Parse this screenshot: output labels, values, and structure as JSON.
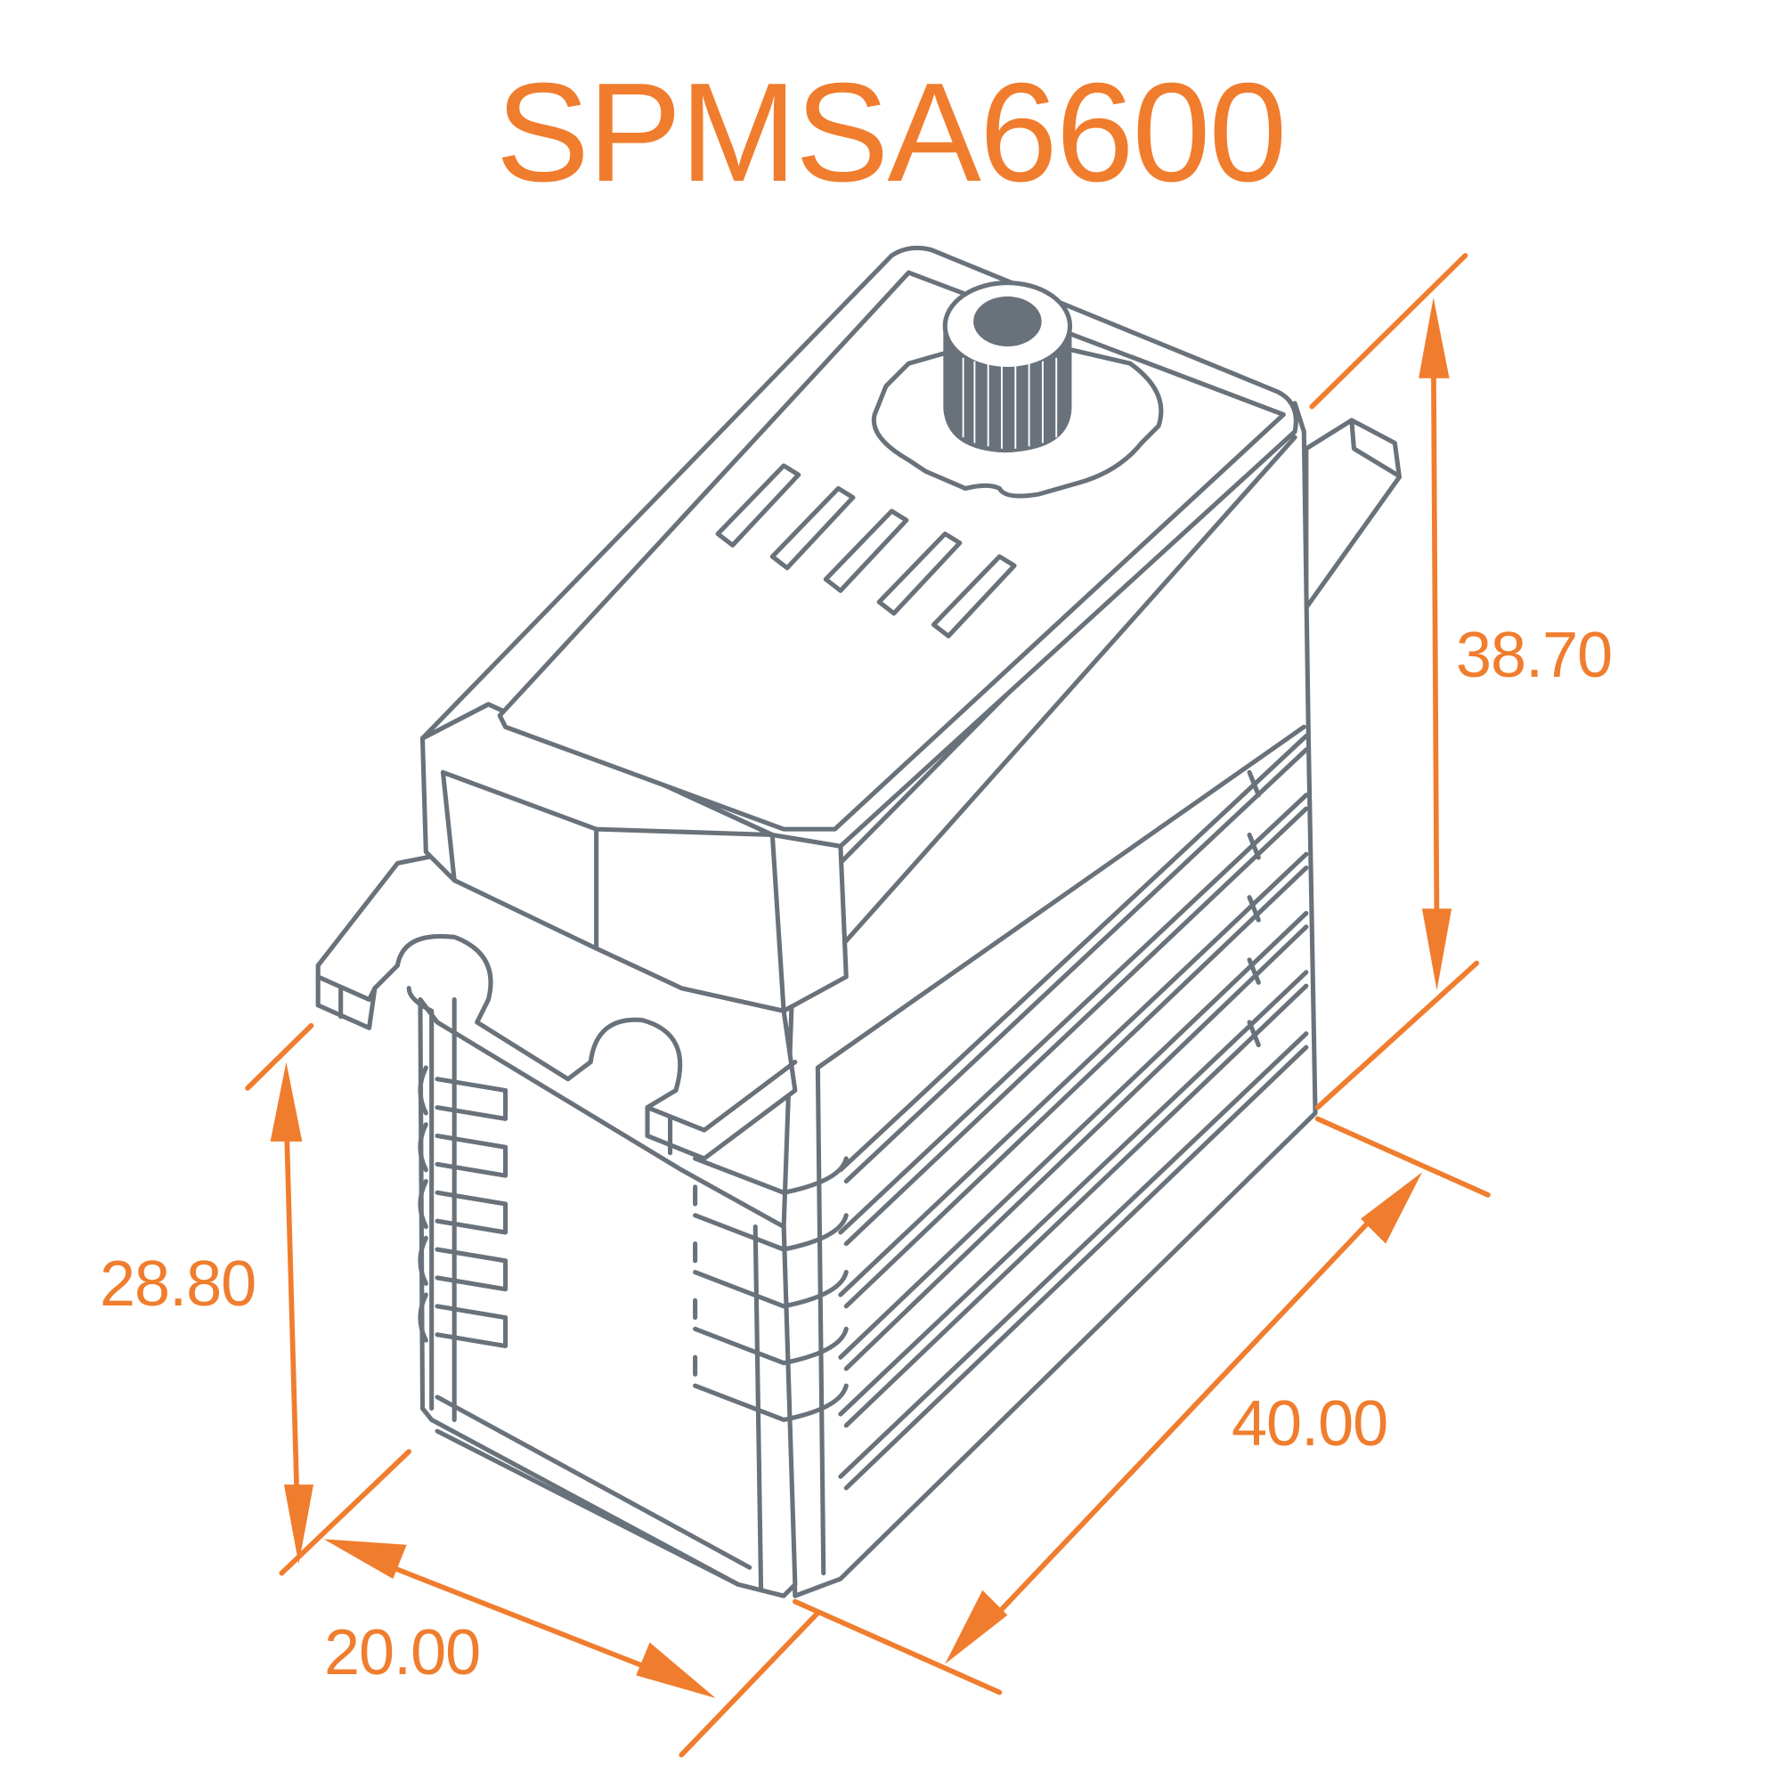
{
  "title": "SPMSA6600",
  "colors": {
    "accent": "#f07d2e",
    "line": "#69727a",
    "background": "#ffffff"
  },
  "dimensions": {
    "height": {
      "label": "38.70",
      "axis": "vertical",
      "side": "right"
    },
    "lower_height": {
      "label": "28.80",
      "axis": "vertical",
      "side": "left"
    },
    "length": {
      "label": "40.00",
      "axis": "diagonal",
      "side": "bottom-right"
    },
    "width": {
      "label": "20.00",
      "axis": "diagonal",
      "side": "bottom-left"
    }
  },
  "drawing": {
    "subject": "servo-isometric-line-drawing",
    "features": [
      "output-spline-shaft",
      "gear-cover-ring",
      "vent-slots",
      "mounting-tabs",
      "cooling-fins"
    ]
  }
}
